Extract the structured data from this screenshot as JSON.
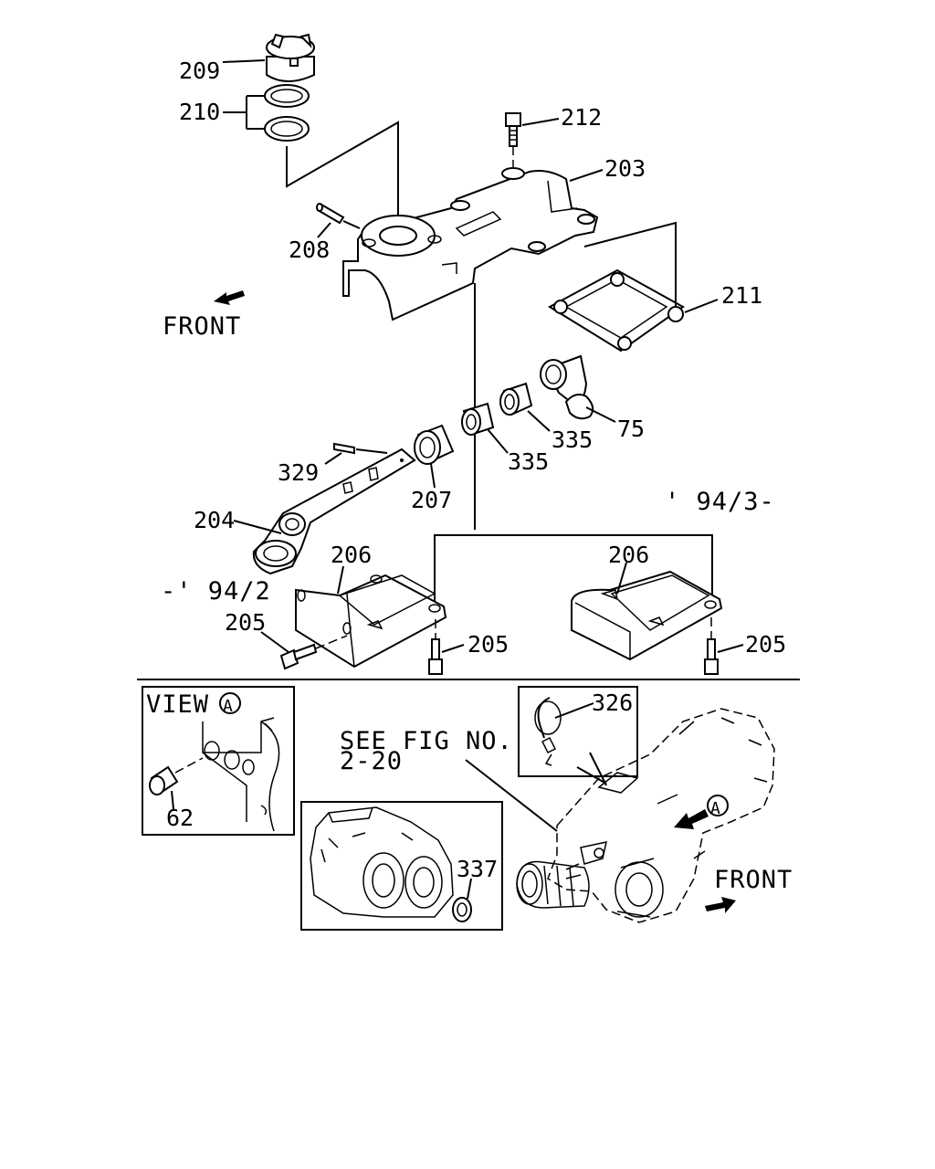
{
  "parts": {
    "p209": "209",
    "p210": "210",
    "p212": "212",
    "p203": "203",
    "p208": "208",
    "p211": "211",
    "p75": "75",
    "p335a": "335",
    "p335b": "335",
    "p329": "329",
    "p207": "207",
    "p204": "204",
    "p206a": "206",
    "p206b": "206",
    "p205a": "205",
    "p205b": "205",
    "p205c": "205",
    "p326": "326",
    "p62": "62",
    "p337": "337"
  },
  "notes": {
    "front_top": "FRONT",
    "front_bottom": "FRONT",
    "date_after": "' 94/3-",
    "date_before": "-' 94/2",
    "view_label": "VIEW",
    "view_marker": "A",
    "arrow_marker": "A",
    "see_fig_line1": "SEE FIG NO.",
    "see_fig_line2": "2-20"
  }
}
